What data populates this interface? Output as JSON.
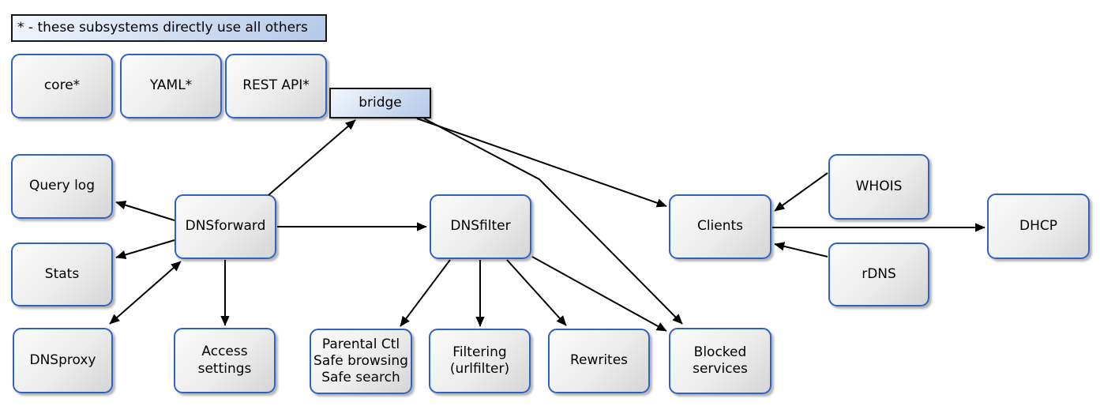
{
  "diagram": {
    "legend": {
      "label": "* - these subsystems directly use all others"
    },
    "nodes": {
      "core": {
        "label": "core*"
      },
      "yaml": {
        "label": "YAML*"
      },
      "rest_api": {
        "label": "REST API*"
      },
      "bridge": {
        "label": "bridge"
      },
      "query_log": {
        "label": "Query log"
      },
      "stats": {
        "label": "Stats"
      },
      "dnsproxy": {
        "label": "DNSproxy"
      },
      "dnsforward": {
        "label": "DNSforward"
      },
      "access_settings": {
        "label": "Access\nsettings"
      },
      "dnsfilter": {
        "label": "DNSfilter"
      },
      "parental": {
        "label": "Parental Ctl\nSafe browsing\nSafe search"
      },
      "filtering": {
        "label": "Filtering\n(urlfilter)"
      },
      "rewrites": {
        "label": "Rewrites"
      },
      "blocked_services": {
        "label": "Blocked\nservices"
      },
      "clients": {
        "label": "Clients"
      },
      "whois": {
        "label": "WHOIS"
      },
      "rdns": {
        "label": "rDNS"
      },
      "dhcp": {
        "label": "DHCP"
      }
    },
    "edges": [
      {
        "from": "DNSforward",
        "to": "bridge",
        "bidirectional": false
      },
      {
        "from": "bridge",
        "to": "Clients",
        "bidirectional": false
      },
      {
        "from": "bridge",
        "to": "Blocked services",
        "bidirectional": false
      },
      {
        "from": "DNSforward",
        "to": "Query log",
        "bidirectional": false
      },
      {
        "from": "DNSforward",
        "to": "Stats",
        "bidirectional": false
      },
      {
        "from": "DNSforward",
        "to": "DNSproxy",
        "bidirectional": true
      },
      {
        "from": "DNSforward",
        "to": "Access settings",
        "bidirectional": false
      },
      {
        "from": "DNSforward",
        "to": "DNSfilter",
        "bidirectional": false
      },
      {
        "from": "DNSfilter",
        "to": "Parental Ctl Safe browsing Safe search",
        "bidirectional": false
      },
      {
        "from": "DNSfilter",
        "to": "Filtering (urlfilter)",
        "bidirectional": false
      },
      {
        "from": "DNSfilter",
        "to": "Rewrites",
        "bidirectional": false
      },
      {
        "from": "DNSfilter",
        "to": "Blocked services",
        "bidirectional": false
      },
      {
        "from": "WHOIS",
        "to": "Clients",
        "bidirectional": false
      },
      {
        "from": "rDNS",
        "to": "Clients",
        "bidirectional": false
      },
      {
        "from": "Clients",
        "to": "DHCP",
        "bidirectional": false
      }
    ],
    "colors": {
      "node_border": "#2f62c5",
      "node_fill_light": "#fbfbfb",
      "node_fill_dark": "#d5d5d5",
      "accent_fill_light": "#f3f7fd",
      "accent_fill_dark": "#b4c9e8",
      "accent_border": "#161616",
      "edge": "#000000",
      "background": "#ffffff"
    }
  }
}
